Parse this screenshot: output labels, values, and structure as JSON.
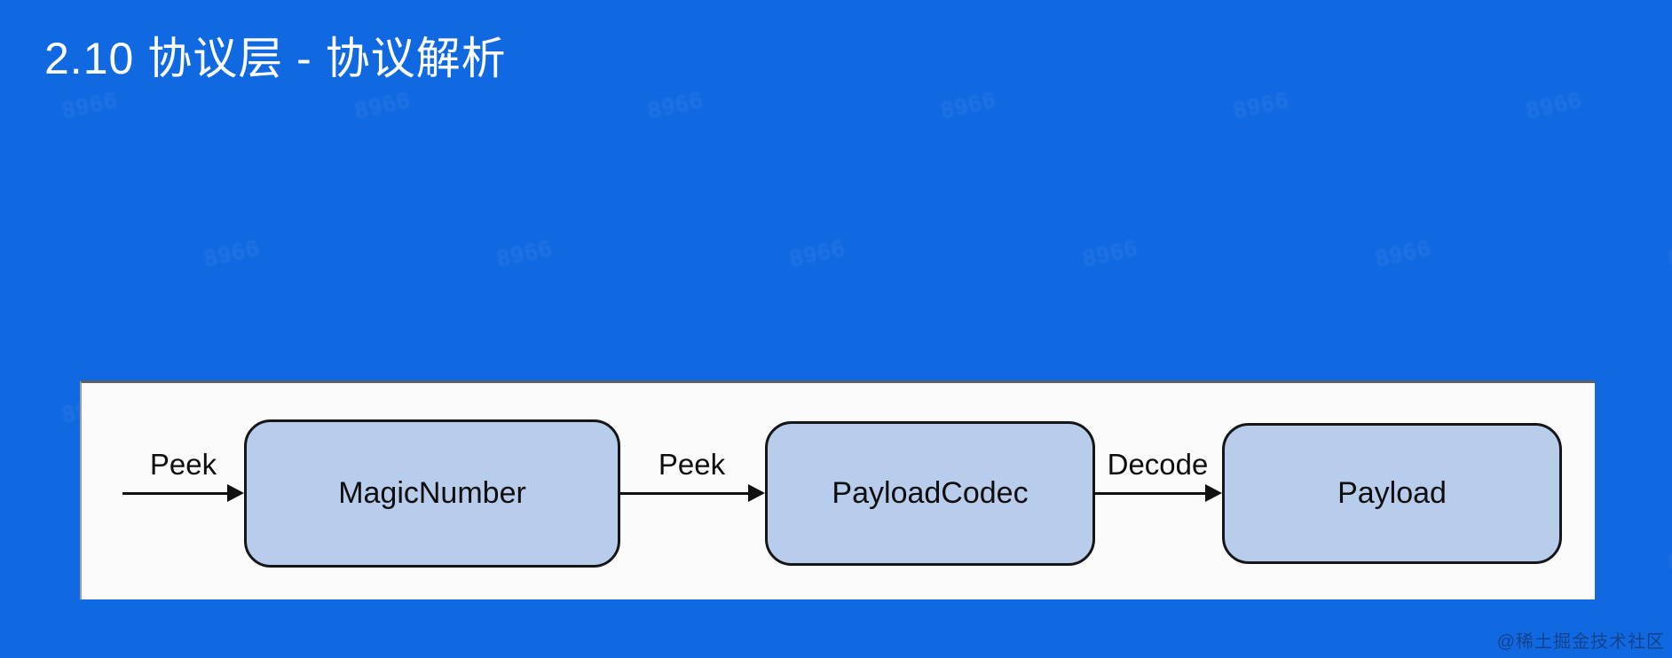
{
  "slide": {
    "title": "2.10 协议层 - 协议解析"
  },
  "colors": {
    "background": "#1169E1",
    "panel": "#FBFBFB",
    "node_fill": "#B8CCEB",
    "node_border": "#161616",
    "diagram_text": "#0E0E0E",
    "title_text": "#FFFFFF"
  },
  "diagram": {
    "nodes": [
      {
        "label": "MagicNumber"
      },
      {
        "label": "PayloadCodec"
      },
      {
        "label": "Payload"
      }
    ],
    "edges": [
      {
        "label": "Peek",
        "from": "input",
        "to": "MagicNumber"
      },
      {
        "label": "Peek",
        "from": "MagicNumber",
        "to": "PayloadCodec"
      },
      {
        "label": "Decode",
        "from": "PayloadCodec",
        "to": "Payload"
      }
    ]
  },
  "watermarks": {
    "corner": "@稀土掘金技术社区",
    "tile": "8966"
  }
}
